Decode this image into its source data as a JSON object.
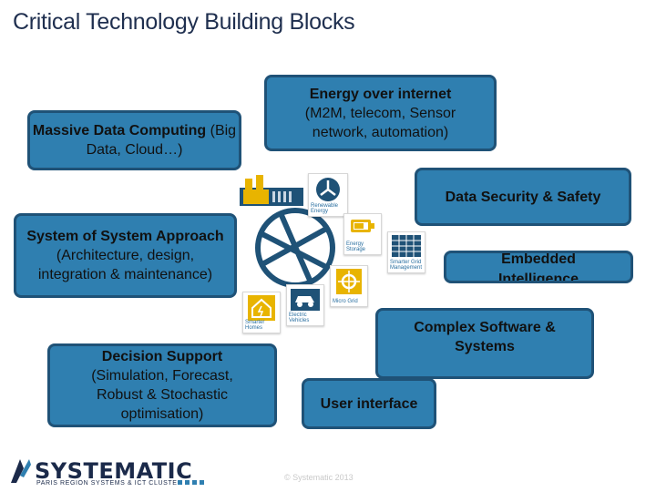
{
  "title": "Critical Technology Building Blocks",
  "boxes": {
    "massive": {
      "bold": "Massive Data Computing",
      "normal": " (Big Data, Cloud…)"
    },
    "energy": {
      "bold": "Energy over internet",
      "normal": "(M2M, telecom, Sensor network, automation)"
    },
    "security": {
      "bold": "Data Security & Safety"
    },
    "system": {
      "bold": "System of System Approach",
      "normal": " (Architecture, design, integration & maintenance)"
    },
    "embedded": {
      "bold": "Embedded Intelligence"
    },
    "complex": {
      "bold": "Complex Software & Systems"
    },
    "decision": {
      "bold": "Decision Support",
      "normal": "(Simulation, Forecast, Robust & Stochastic optimisation)"
    },
    "ui": {
      "bold": "User interface"
    }
  },
  "tiles": {
    "renewable": "Renewable Energy",
    "storage": "Energy Storage",
    "smarter_grid": "Smarter Grid Management",
    "microgrid": "Micro Grid",
    "vehicles": "Electric Vehicles",
    "homes": "Smarter Homes"
  },
  "logo": {
    "name": "SYSTEMATIC",
    "sub": "PARIS REGION SYSTEMS & ICT CLUSTER"
  },
  "footer": "© Systematic 2013"
}
